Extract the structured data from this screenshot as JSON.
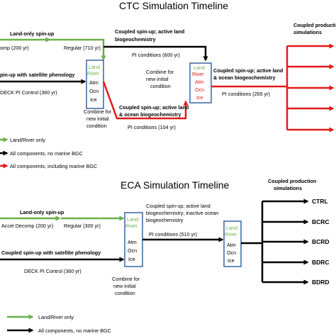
{
  "colors": {
    "green": "#6ab04c",
    "red": "#e21b1b",
    "black": "#000000",
    "box_border": "#2a5a9a"
  },
  "ctc": {
    "title": "CTC Simulation Timeline",
    "land_only_spinup": "Land-only spin-up",
    "accel_decomp": "omp (200 yr)",
    "regular": "Regular (710 yr)",
    "spinup_satellite": "pin-up with satellite phenology",
    "deck_pi": "DECK PI Control (360 yr)",
    "coupled_active_land_l1": "Coupled spin-up; active land",
    "coupled_active_land_l2": "biogeochemistry",
    "pi_600": "PI conditions (600 yr)",
    "combine_mid_l1": "Combine for",
    "combine_mid_l2": "new initial",
    "combine_mid_l3": "condition",
    "coupled_land_ocean_top_l1": "Coupled spin-up; active land",
    "coupled_land_ocean_top_l2": "& ocean biogeochemistry",
    "pi_265": "PI conditions (265 yr)",
    "coupled_land_ocean_bot_l1": "Coupled spin-up; active land",
    "coupled_land_ocean_bot_l2": "& ocean biogeochemistry",
    "pi_104": "PI conditions (104 yr)",
    "combine_bot_l1": "Combine for",
    "combine_bot_l2": "new initial",
    "combine_bot_l3": "condition",
    "production_l1": "Coupled producti",
    "production_l2": "simulations",
    "box1": {
      "land": "Land",
      "river": "River",
      "atm": "Atm",
      "ocn": "Ocn",
      "ice": "Ice"
    },
    "box2": {
      "land": "Land",
      "river": "River",
      "atm": "Atm",
      "ocn": "Ocn",
      "ice": "Ice"
    },
    "legend": {
      "green": "Land/River only",
      "black": "All components, no marine BGC",
      "red": "All components,  including marine BGC"
    }
  },
  "eca": {
    "title": "ECA Simulation Timeline",
    "land_only_spinup": "Land-only spin-up",
    "accel_decomp": "Accel Decomp (200 yr)",
    "regular": "Regular (300 yr)",
    "spinup_satellite": "Coupled spin-up with satellite phenology",
    "deck_pi": "DECK PI Control (360 yr)",
    "coupled_l1": "Coupled spin-up; active land",
    "coupled_l2": "biogeochemistry; inactive ocean",
    "coupled_l3": "biogeochemistry",
    "pi_510": "PI conditions (510 yr)",
    "combine_l1": "Combine for",
    "combine_l2": "new initial",
    "combine_l3": "condition",
    "production_l1": "Coupled production",
    "production_l2": "simulations",
    "runs": [
      "CTRL",
      "BCRC",
      "BCRD",
      "BDRC",
      "BDRD"
    ],
    "box": {
      "land": "Land",
      "river": "River",
      "atm": "Atm",
      "ocn": "Ocn",
      "ice": "Ice"
    },
    "legend": {
      "green": "Land/River only",
      "black": "All components, no marine BGC"
    }
  }
}
